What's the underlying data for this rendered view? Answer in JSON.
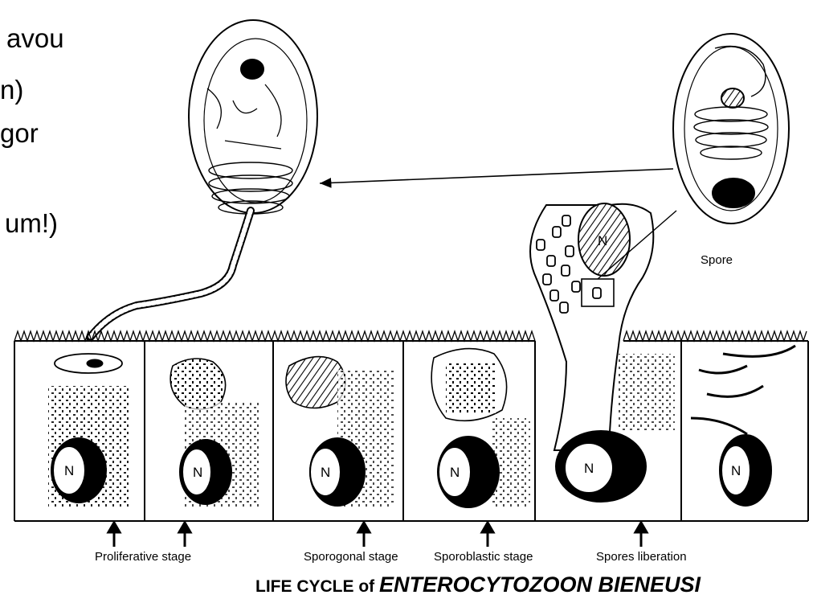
{
  "slide_text_fragments": [
    "avou",
    "n)",
    "gor",
    "um!)"
  ],
  "labels": {
    "nucleus": "N",
    "spore": "Spore",
    "stages": [
      "Proliferative stage",
      "Sporogonal stage",
      "Sporoblastic stage",
      "Spores liberation"
    ]
  },
  "title": {
    "prefix": "LIFE CYCLE of",
    "organism": "ENTEROCYTOZOON BIENEUSI"
  },
  "colors": {
    "ink": "#000000",
    "background": "#ffffff"
  }
}
